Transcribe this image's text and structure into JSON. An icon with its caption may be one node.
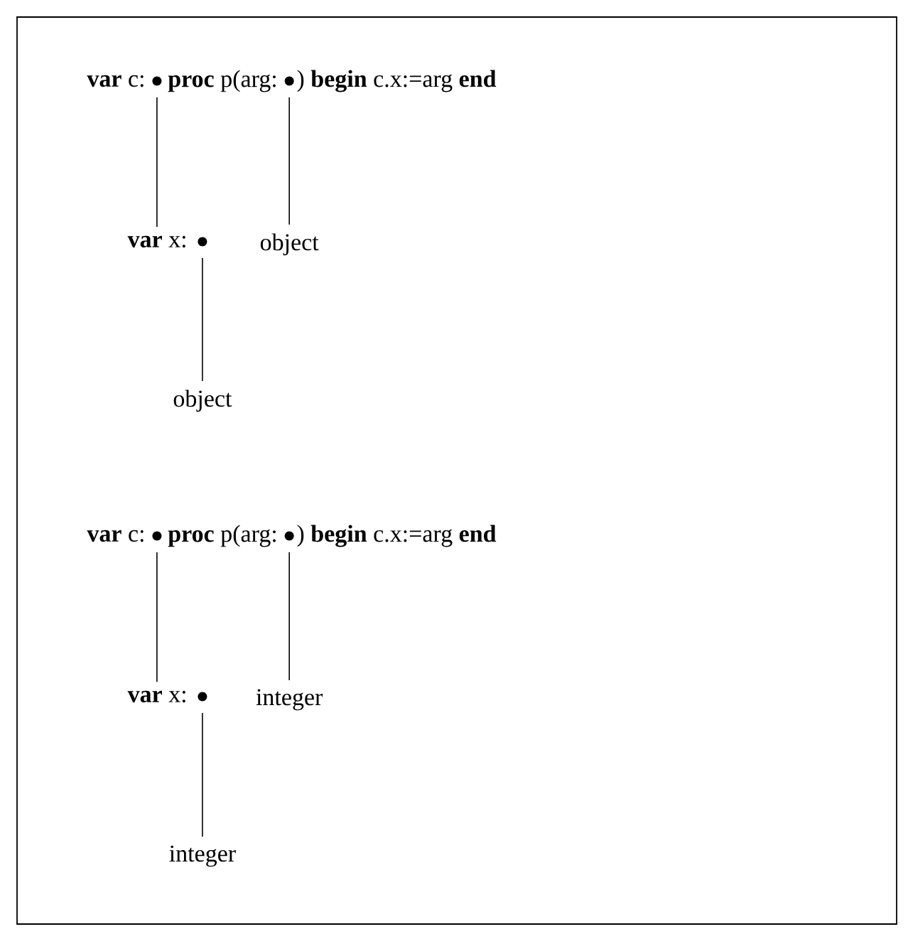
{
  "diagram": {
    "nodes": [
      {
        "text": [
          "**var** c:"
        ]
      },
      {
        "text": [],
        "shape": "circle"
      },
      {
        "text": [
          "**proc** p(arg:"
        ]
      },
      {
        "text": [],
        "shape": "circle"
      },
      {
        "text": [
          ") **begin** c.x:=arg **end**"
        ]
      },
      {
        "text": [
          "**var** x:"
        ]
      },
      {
        "text": [],
        "shape": "circle"
      },
      {
        "text": [
          "object"
        ]
      },
      {
        "text": [
          "object"
        ]
      },
      {
        "text": [
          "**var** c:"
        ]
      },
      {
        "text": [],
        "shape": "circle"
      },
      {
        "text": [
          "**proc** p(arg:"
        ]
      },
      {
        "text": [],
        "shape": "circle"
      },
      {
        "text": [
          ") **begin** c.x:=arg **end**"
        ]
      },
      {
        "text": [
          "**var** x:"
        ]
      },
      {
        "text": [],
        "shape": "circle"
      },
      {
        "text": [
          "integer"
        ]
      },
      {
        "text": [
          "integer"
        ]
      }
    ],
    "edges": [
      {
        "from": 1,
        "to": 5,
        "arrow": "none"
      },
      {
        "from": 3,
        "to": 7,
        "arrow": "none"
      },
      {
        "from": 6,
        "to": 8,
        "arrow": "none"
      },
      {
        "from": 10,
        "to": 14,
        "arrow": "none"
      },
      {
        "from": 12,
        "to": 16,
        "arrow": "none"
      },
      {
        "from": 15,
        "to": 17,
        "arrow": "none"
      }
    ]
  }
}
